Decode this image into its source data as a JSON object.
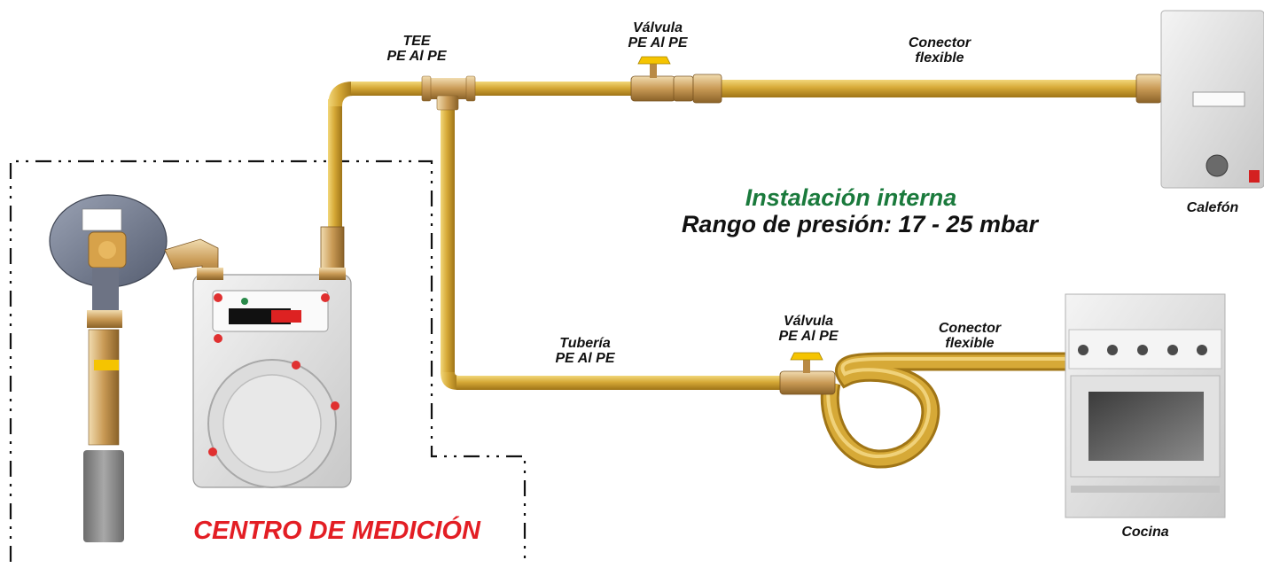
{
  "labels": {
    "tee": [
      "TEE",
      "PE Al  PE"
    ],
    "valvula_top": [
      "Válvula",
      "PE Al  PE"
    ],
    "conector_top": [
      "Conector",
      "flexible"
    ],
    "calefon": "Calefón",
    "tuberia": [
      "Tubería",
      "PE Al  PE"
    ],
    "valvula_bottom": [
      "Válvula",
      "PE Al  PE"
    ],
    "conector_bottom": [
      "Conector",
      "flexible"
    ],
    "cocina": "Cocina"
  },
  "title": {
    "line1": "Instalación interna",
    "line2": "Rango de presión: 17 - 25 mbar"
  },
  "centro_label": "CENTRO DE MEDICIÓN",
  "colors": {
    "pipe": "#d6a937",
    "pipe_dark": "#b8891d",
    "title_green": "#1a7a3c",
    "centro_red": "#e31e24",
    "valve_handle": "#f5c400",
    "appliance": "#ececec"
  }
}
